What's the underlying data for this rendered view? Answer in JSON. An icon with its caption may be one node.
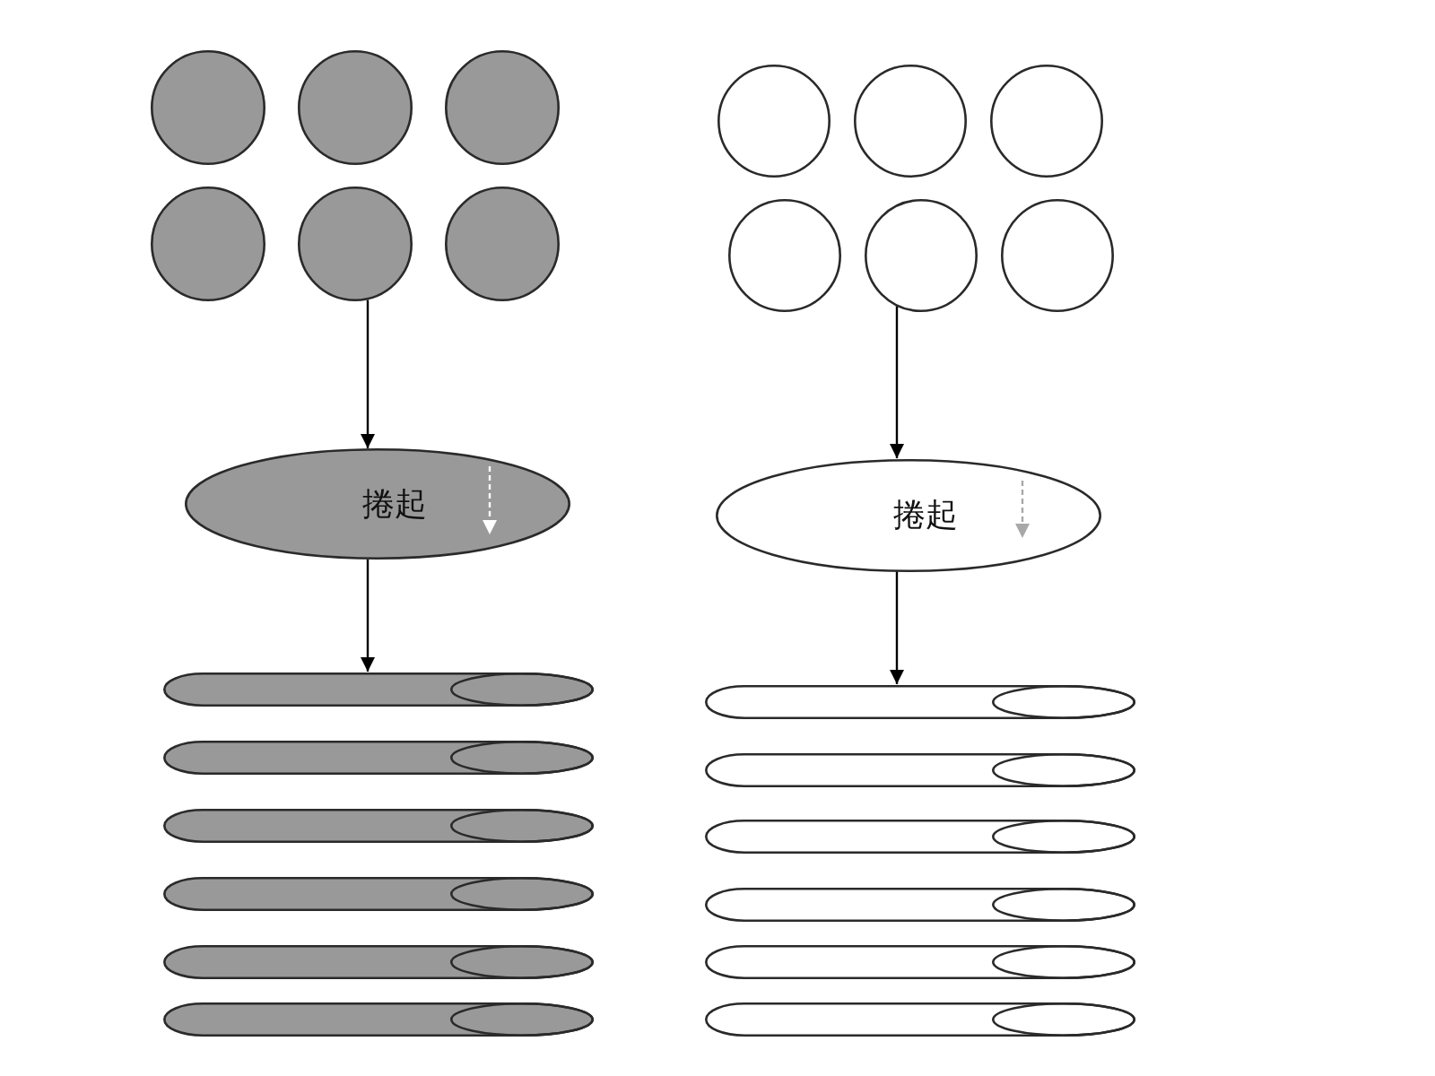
{
  "diagram": {
    "nodes": [
      {
        "text": [],
        "shape": "circle"
      },
      {
        "text": [],
        "shape": "circle"
      },
      {
        "text": [],
        "shape": "circle"
      },
      {
        "text": [],
        "shape": "circle"
      },
      {
        "text": [],
        "shape": "circle"
      },
      {
        "text": [],
        "shape": "circle"
      },
      {
        "text": [],
        "shape": "circle"
      },
      {
        "text": [],
        "shape": "circle"
      },
      {
        "text": [],
        "shape": "circle"
      },
      {
        "text": [],
        "shape": "circle"
      },
      {
        "text": [],
        "shape": "circle"
      },
      {
        "text": [],
        "shape": "circle"
      },
      {
        "text": [
          "捲起"
        ]
      },
      {
        "text": [
          "捲起"
        ]
      },
      {
        "text": [],
        "shape": "cylinder"
      },
      {
        "text": [],
        "shape": "cylinder"
      },
      {
        "text": [],
        "shape": "cylinder"
      },
      {
        "text": [],
        "shape": "cylinder"
      },
      {
        "text": [],
        "shape": "cylinder"
      },
      {
        "text": [],
        "shape": "cylinder"
      },
      {
        "text": [],
        "shape": "cylinder"
      },
      {
        "text": [],
        "shape": "cylinder"
      },
      {
        "text": [],
        "shape": "cylinder"
      },
      {
        "text": [],
        "shape": "cylinder"
      },
      {
        "text": [],
        "shape": "cylinder"
      },
      {
        "text": [],
        "shape": "cylinder"
      }
    ],
    "edges": [
      {
        "from": 4,
        "to": 12,
        "arrow": "to"
      },
      {
        "from": 12,
        "to": 14,
        "arrow": "to"
      },
      {
        "from": 10,
        "to": 13,
        "arrow": "to"
      },
      {
        "from": 13,
        "to": 20,
        "arrow": "to"
      }
    ]
  }
}
